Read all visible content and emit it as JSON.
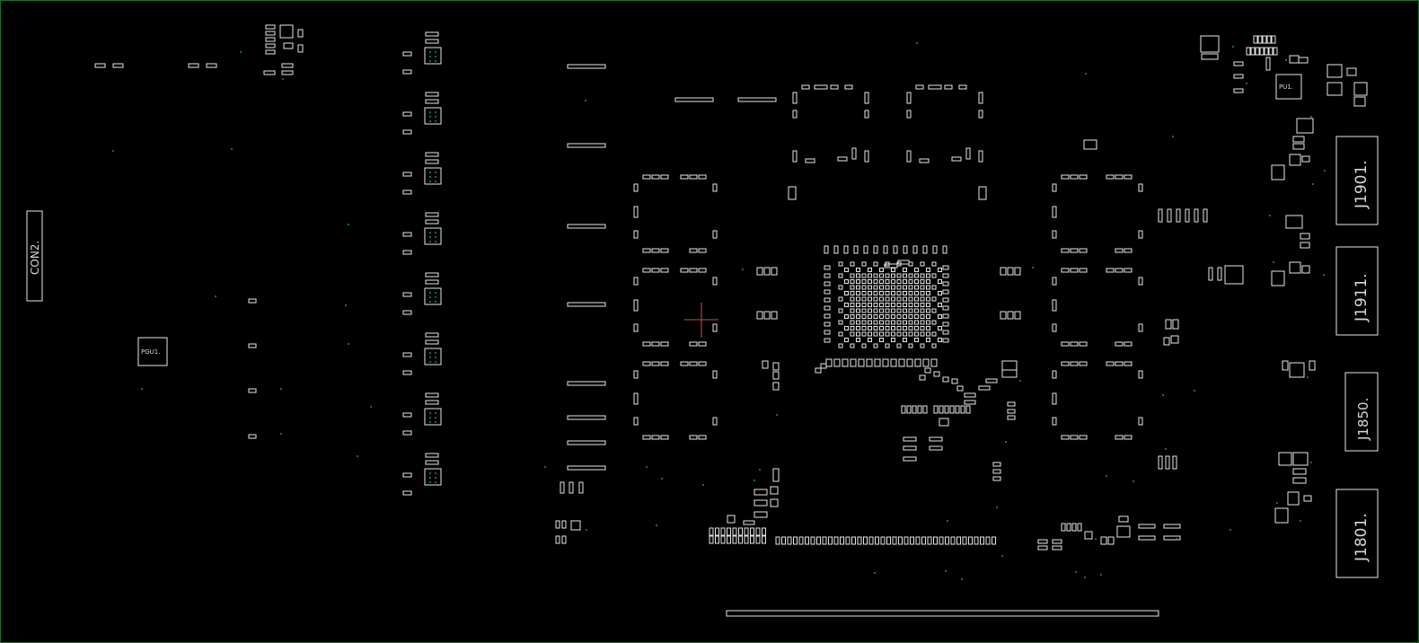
{
  "viewer": {
    "background": "#000000",
    "border_color": "#1f6b2a",
    "outline_color": "#e6e6e6",
    "via_color": "#1a8a7a",
    "cursor_color": "#c0505a"
  },
  "labels": {
    "con2": "CON2.",
    "pgu1": "PGU1.",
    "pu1": "PU1.",
    "j1901": "J1901.",
    "j1911": "J1911.",
    "j1850": "J1850.",
    "j1801": "J1801."
  }
}
